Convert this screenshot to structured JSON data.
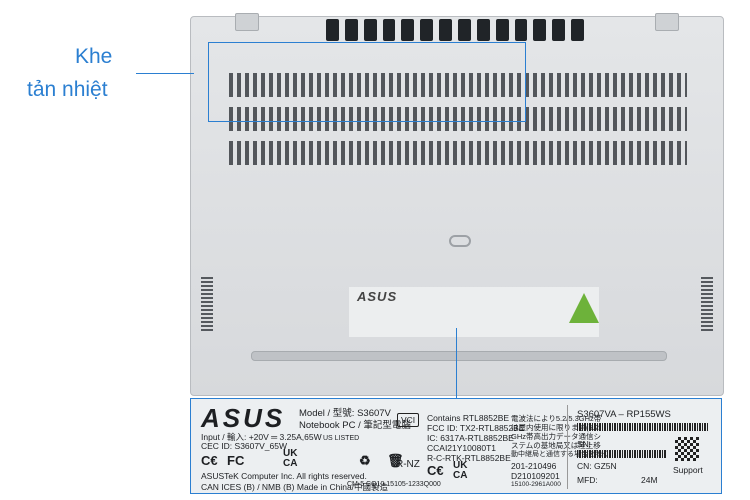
{
  "callout": {
    "line1": "Khe",
    "line2": "tản nhiệt",
    "color": "#2b7fd1"
  },
  "label_small": {
    "logo": "ASUS"
  },
  "label_zoom": {
    "logo": "ASUS",
    "model": "Model / 型號: S3607V",
    "type": "Notebook PC / 筆記型電腦",
    "input": "Input / 輸入: +20V ═ 3.25A,65W",
    "cec": "CEC ID: S3607V_65W",
    "vcci": "VCI",
    "ul": "US LISTED",
    "contains": "Contains  RTL8852BE",
    "fcc": "FCC ID: TX2-RTL8852BE",
    "ic": "IC: 6317A-RTL8852BE",
    "ccai": "CCAI21Y10080T1",
    "rc": "R-C-RTK-RTL8852BE",
    "jp1": "電波法により5.2/5.3GHz帯",
    "jp2": "は屋内使用に限ります(5.2",
    "jp3": "GHz帯高出力データ通信シ",
    "jp4": "ステムの基地局又は陸上移",
    "jp5": "動中継局と通信する場合を除く)",
    "code1": "201-210496",
    "code2": "D210109201",
    "code3": "15100-2961A000",
    "copyright": "ASUSTeK Computer Inc. All rights reserved.",
    "ces": "CAN ICES (B) / NMB (B) Made in China/中國製造",
    "cm": "CM-5 CQ10 15105-1233Q000",
    "model_code": "S3607VA – RP155WS",
    "sn": "SN:",
    "cn": "CN: GZ5N",
    "mfd": "MFD:",
    "mfd_val": "24M",
    "support": "Support",
    "ce": "C€",
    "fc": "FC",
    "ukca1": "UK",
    "ukca2": "CA",
    "rnz": "R-NZ",
    "ce2": "C€",
    "ukca3": "UK",
    "ukca4": "CA"
  }
}
